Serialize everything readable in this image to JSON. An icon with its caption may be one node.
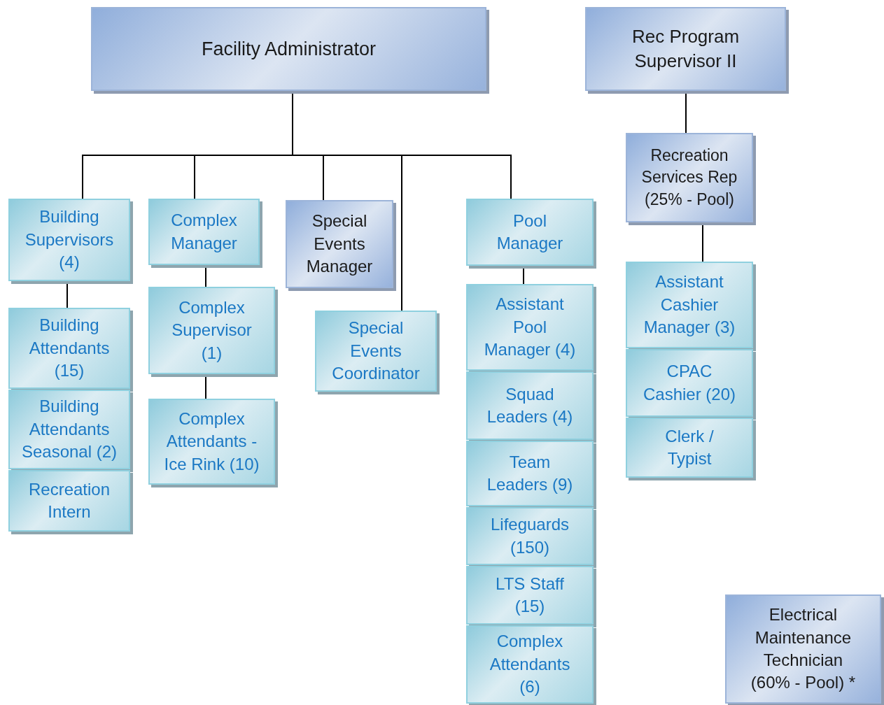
{
  "diagram": {
    "nodes": [
      {
        "text": [
          "Facility Administrator"
        ]
      },
      {
        "text": [
          "Rec Program Supervisor II"
        ]
      },
      {
        "text": [
          "Recreation Services Rep (25% - Pool)"
        ]
      },
      {
        "text": [
          "Building Supervisors (4)"
        ]
      },
      {
        "text": [
          "Complex Manager"
        ]
      },
      {
        "text": [
          "Special Events Manager"
        ]
      },
      {
        "text": [
          "Pool Manager"
        ]
      },
      {
        "text": [
          "Assistant Cashier Manager (3)"
        ]
      },
      {
        "text": [
          "Building Attendants (15)"
        ]
      },
      {
        "text": [
          "Complex Supervisor (1)"
        ]
      },
      {
        "text": [
          "Special Events Coordinator"
        ]
      },
      {
        "text": [
          "Assistant Pool Manager (4)"
        ]
      },
      {
        "text": [
          "CPAC Cashier (20)"
        ]
      },
      {
        "text": [
          "Building Attendants Seasonal (2)"
        ]
      },
      {
        "text": [
          "Squad Leaders (4)"
        ]
      },
      {
        "text": [
          "Complex Attendants - Ice Rink (10)"
        ]
      },
      {
        "text": [
          "Clerk / Typist"
        ]
      },
      {
        "text": [
          "Team Leaders (9)"
        ]
      },
      {
        "text": [
          "Recreation Intern"
        ]
      },
      {
        "text": [
          "Lifeguards (150)"
        ]
      },
      {
        "text": [
          "LTS Staff (15)"
        ]
      },
      {
        "text": [
          "Electrical Maintenance Technician (60% - Pool) *"
        ]
      },
      {
        "text": [
          "Complex Attendants (6)"
        ]
      }
    ],
    "edges": [
      {
        "from": 0,
        "to": 3,
        "arrow": "none"
      },
      {
        "from": 0,
        "to": 4,
        "arrow": "none"
      },
      {
        "from": 0,
        "to": 5,
        "arrow": "none"
      },
      {
        "from": 0,
        "to": 10,
        "arrow": "none"
      },
      {
        "from": 0,
        "to": 6,
        "arrow": "none"
      },
      {
        "from": 1,
        "to": 2,
        "arrow": "none"
      },
      {
        "from": 2,
        "to": 7,
        "arrow": "none"
      },
      {
        "from": 3,
        "to": 8,
        "arrow": "none"
      },
      {
        "from": 4,
        "to": 9,
        "arrow": "none"
      },
      {
        "from": 9,
        "to": 15,
        "arrow": "none"
      },
      {
        "from": 6,
        "to": 11,
        "arrow": "none"
      }
    ]
  }
}
